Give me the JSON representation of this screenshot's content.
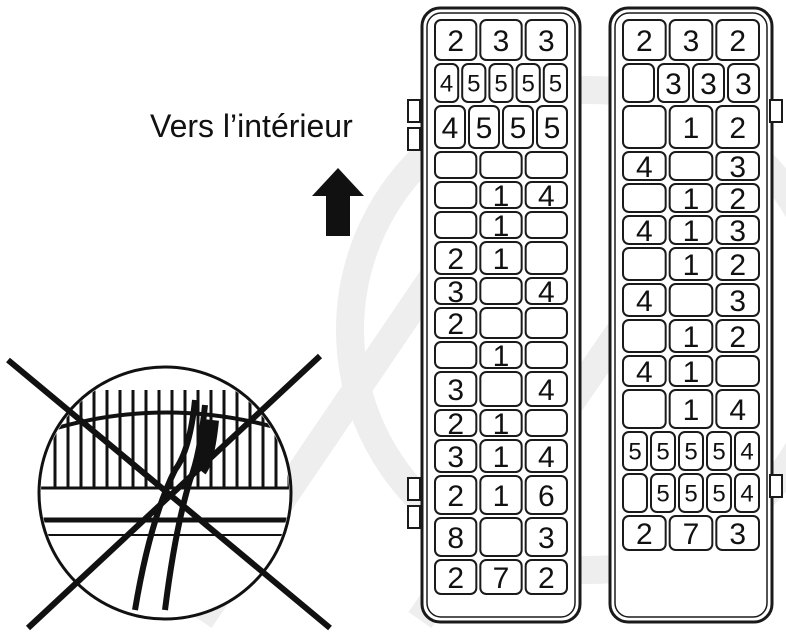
{
  "direction_label": "Vers l’intérieur",
  "left_basket": {
    "rows": [
      [
        "2",
        "3",
        "3"
      ],
      [
        "4",
        "5",
        "5",
        "5",
        "5"
      ],
      [
        "4",
        "5",
        "5",
        "5"
      ],
      [
        "",
        "",
        ""
      ],
      [
        "",
        "1",
        "4"
      ],
      [
        "",
        "1",
        ""
      ],
      [
        "2",
        "1",
        ""
      ],
      [
        "3",
        "",
        "4"
      ],
      [
        "2",
        "",
        ""
      ],
      [
        "",
        "1",
        ""
      ],
      [
        "3",
        "",
        "4"
      ],
      [
        "2",
        "1",
        ""
      ],
      [
        "3",
        "1",
        "4"
      ],
      [
        "2",
        "1",
        "6"
      ],
      [
        "8",
        "",
        "3"
      ],
      [
        "2",
        "7",
        "2"
      ]
    ]
  },
  "right_basket": {
    "rows": [
      [
        "2",
        "3",
        "2"
      ],
      [
        "",
        "3",
        "3",
        "3"
      ],
      [
        "",
        "1",
        "2"
      ],
      [
        "4",
        "",
        "3"
      ],
      [
        "",
        "1",
        "2"
      ],
      [
        "4",
        "1",
        "3"
      ],
      [
        "",
        "1",
        "2"
      ],
      [
        "4",
        "",
        "3"
      ],
      [
        "",
        "1",
        "2"
      ],
      [
        "4",
        "1",
        ""
      ],
      [
        "",
        "1",
        "4"
      ],
      [
        "5",
        "5",
        "5",
        "5",
        "4"
      ],
      [
        "",
        "5",
        "5",
        "5",
        "4"
      ],
      [
        "2",
        "7",
        "3"
      ]
    ]
  },
  "colors": {
    "stroke": "#1a1a1a",
    "fill": "#ffffff",
    "watermark": "#e9e9e9"
  },
  "icons": [
    "up-arrow-icon",
    "prohibited-cross-icon"
  ]
}
